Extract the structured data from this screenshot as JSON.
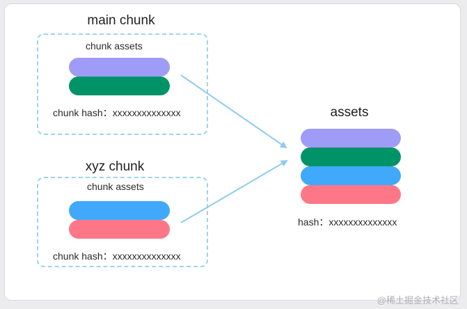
{
  "main_chunk": {
    "title": "main chunk",
    "assets_label": "chunk assets",
    "hash_label": "chunk hash：xxxxxxxxxxxxxx",
    "bar_colors": [
      "#9f9cf7",
      "#009368"
    ]
  },
  "xyz_chunk": {
    "title": "xyz chunk",
    "assets_label": "chunk assets",
    "hash_label": "chunk hash：xxxxxxxxxxxxxx",
    "bar_colors": [
      "#41a9fb",
      "#fe7788"
    ]
  },
  "assets": {
    "title": "assets",
    "hash_label": "hash：xxxxxxxxxxxxxx",
    "bar_colors": [
      "#9f9cf7",
      "#009368",
      "#41a9fb",
      "#fe7788"
    ]
  },
  "arrow_color": "#8fcbee",
  "watermark": "@稀土掘金技术社区"
}
